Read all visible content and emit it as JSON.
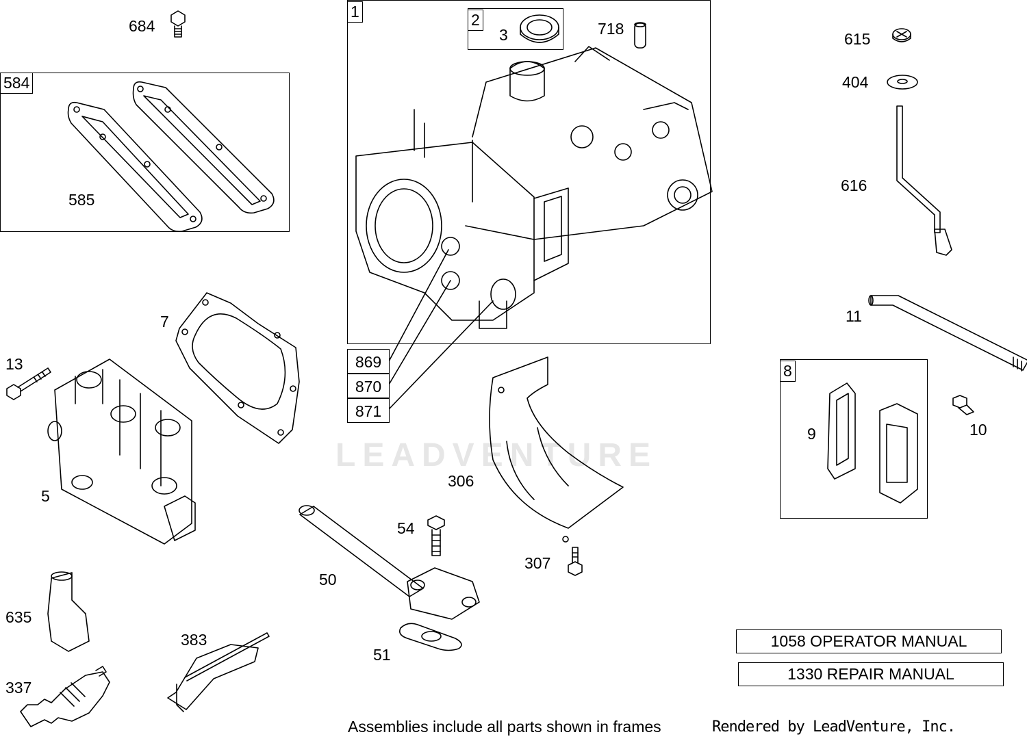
{
  "frames": {
    "cylinder_assembly_number": "1",
    "oil_seal_assembly_number": "2",
    "gasket_set_number": "584",
    "breather_kit_number": "8"
  },
  "labels": {
    "p684": "684",
    "p585": "585",
    "p3": "3",
    "p718": "718",
    "p615": "615",
    "p404": "404",
    "p616": "616",
    "p7": "7",
    "p13": "13",
    "p5": "5",
    "p11": "11",
    "p9": "9",
    "p10": "10",
    "p306": "306",
    "p54": "54",
    "p307": "307",
    "p50": "50",
    "p51": "51",
    "p635": "635",
    "p337": "337",
    "p383": "383"
  },
  "stacked_parts": [
    "869",
    "870",
    "871"
  ],
  "manuals": {
    "operator": "1058 OPERATOR MANUAL",
    "repair": "1330 REPAIR MANUAL"
  },
  "footer": {
    "note": "Assemblies include all parts shown in frames",
    "rendered_by": "Rendered by LeadVenture, Inc."
  },
  "watermark": "LEADVENTURE"
}
